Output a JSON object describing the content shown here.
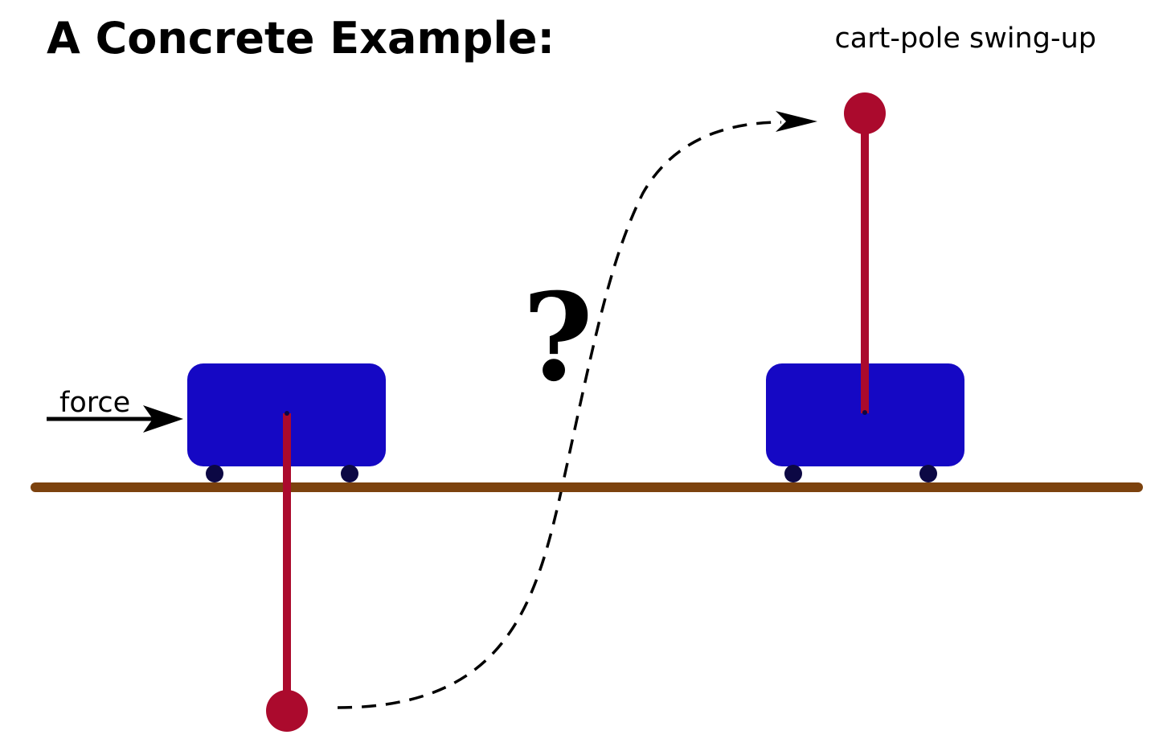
{
  "title": "A Concrete Example:",
  "subtitle": "cart-pole swing-up",
  "force_label": "force",
  "question_mark": "?",
  "colors": {
    "cart": "#1508c4",
    "pole": "#ab0a2d",
    "wheel": "#0c0844",
    "track": "#7c420e",
    "arrow": "#000000"
  }
}
